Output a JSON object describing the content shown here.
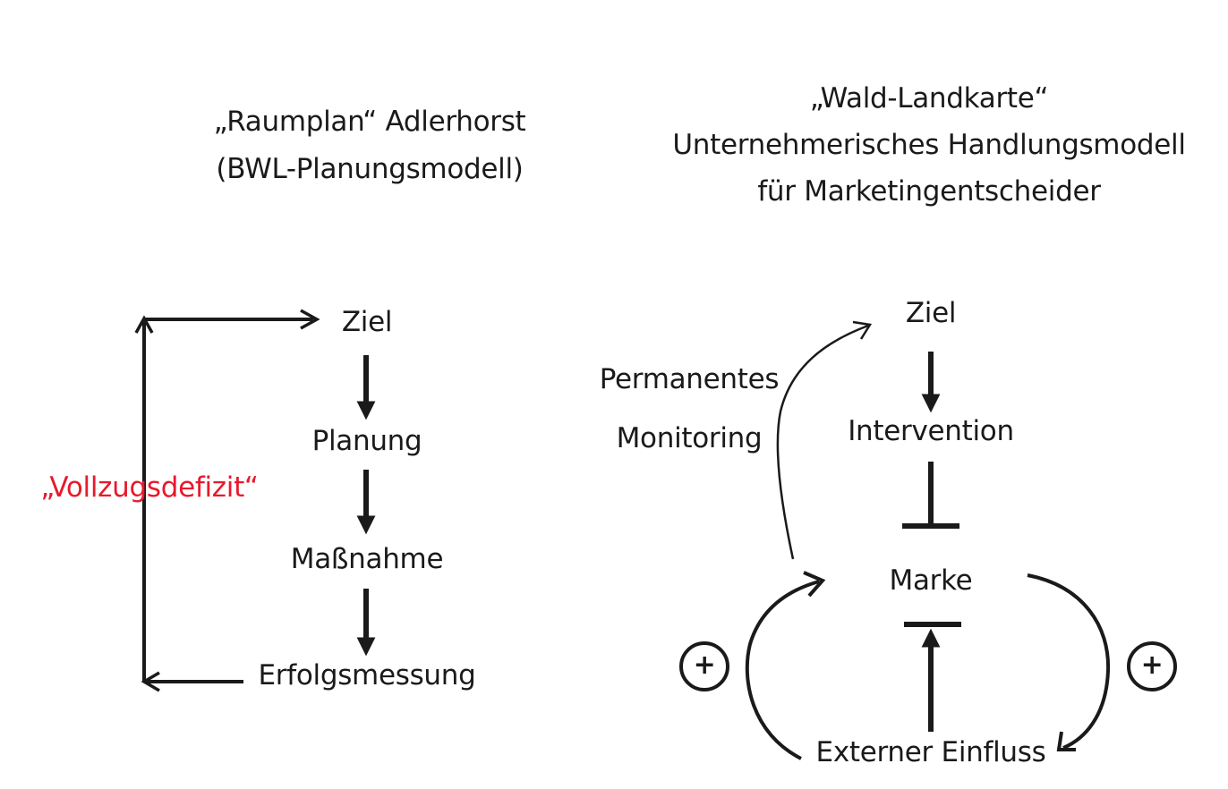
{
  "left_model": {
    "title_line1": "„Raumplan“ Adlerhorst",
    "title_line2": "(BWL-Planungsmodell)",
    "nodes": {
      "ziel": "Ziel",
      "planung": "Planung",
      "massnahme": "Maßnahme",
      "erfolgsmessung": "Erfolgsmessung"
    },
    "feedback_label": "„Vollzugsdefizit“"
  },
  "right_model": {
    "title_line1": "„Wald-Landkarte“",
    "title_line2": "Unternehmerisches Handlungsmodell",
    "title_line3": "für Marketingentscheider",
    "nodes": {
      "ziel": "Ziel",
      "intervention": "Intervention",
      "marke": "Marke",
      "externer_einfluss": "Externer Einfluss"
    },
    "monitoring_line1": "Permanentes",
    "monitoring_line2": "Monitoring",
    "plus_left": "+",
    "plus_right": "+"
  },
  "colors": {
    "text": "#1a1a1a",
    "highlight": "#e8192c"
  }
}
